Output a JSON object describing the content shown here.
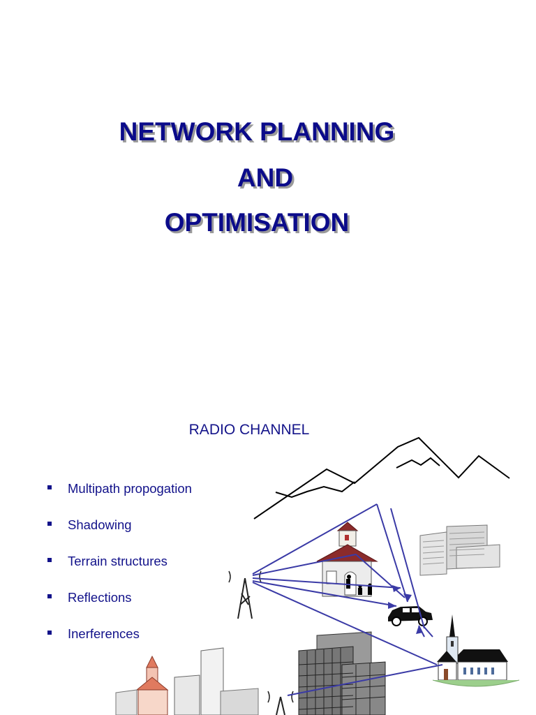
{
  "slide1": {
    "title_lines": [
      "NETWORK PLANNING",
      "AND",
      "OPTIMISATION"
    ]
  },
  "slide2": {
    "heading": "RADIO CHANNEL",
    "bullets": [
      "Multipath propogation",
      "Shadowing",
      "Terrain structures",
      "Reflections",
      "Inerferences"
    ]
  },
  "colors": {
    "title": "#0b0b8a",
    "text": "#12128a",
    "signal_line": "#3a3aa6"
  },
  "icons": [
    "mountains-icon",
    "schoolhouse-icon",
    "car-icon",
    "church-icon",
    "antenna-tower-icon",
    "office-buildings-icon",
    "city-buildings-icon"
  ]
}
